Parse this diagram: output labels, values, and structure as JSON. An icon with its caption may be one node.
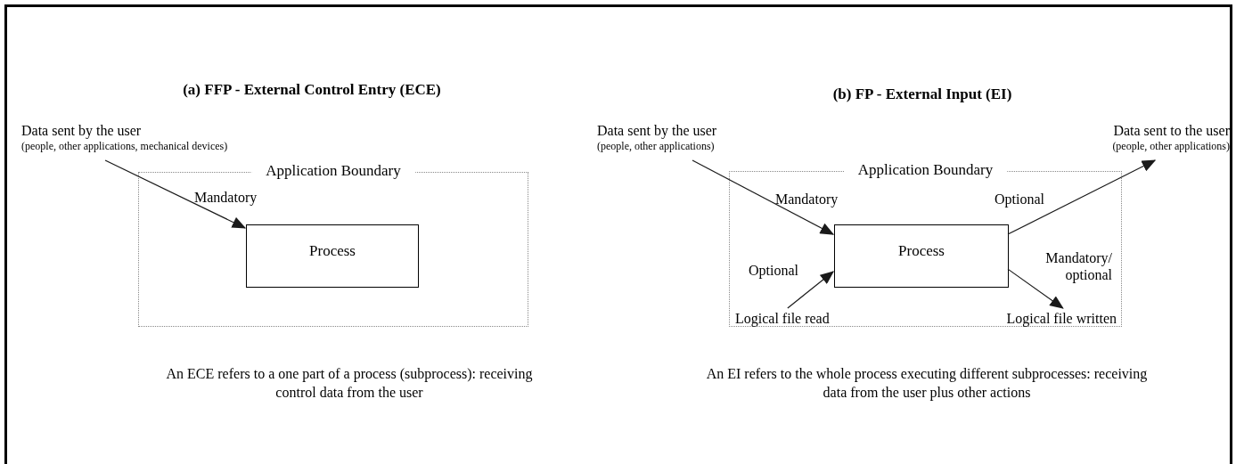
{
  "diagram": {
    "nodes": [
      {
        "text": [
          "Application Boundary"
        ]
      },
      {
        "text": [
          "Process"
        ],
        "in": 0
      },
      {
        "text": [
          "Data sent by the user",
          "(people, other applications, mechanical devices)"
        ]
      },
      {
        "text": [
          "Application Boundary"
        ]
      },
      {
        "text": [
          "Process"
        ],
        "in": 3
      },
      {
        "text": [
          "Data sent by the user",
          "(people, other applications)"
        ]
      },
      {
        "text": [
          "Data sent to the user",
          "(people, other applications)"
        ]
      },
      {
        "text": [
          "Logical file read"
        ],
        "in": 3
      },
      {
        "text": [
          "Logical file written"
        ],
        "in": 3
      }
    ],
    "edges": [
      {
        "from": 2,
        "to": 1,
        "arrow": "to",
        "label": "Mandatory"
      },
      {
        "from": 5,
        "to": 4,
        "arrow": "to",
        "label": "Mandatory"
      },
      {
        "from": 4,
        "to": 6,
        "arrow": "to",
        "label": "Optional"
      },
      {
        "from": 7,
        "to": 4,
        "arrow": "to",
        "label": "Optional"
      },
      {
        "from": 4,
        "to": 8,
        "arrow": "to",
        "label": "Mandatory/ optional"
      }
    ],
    "labels": [
      "(a) FFP - External Control Entry (ECE)",
      "(b) FP - External Input (EI)",
      "An ECE refers to a one part of a process (subprocess): receiving control data from the user",
      "An EI refers to the whole process  executing different subprocesses: receiving data from the user plus other actions"
    ]
  }
}
